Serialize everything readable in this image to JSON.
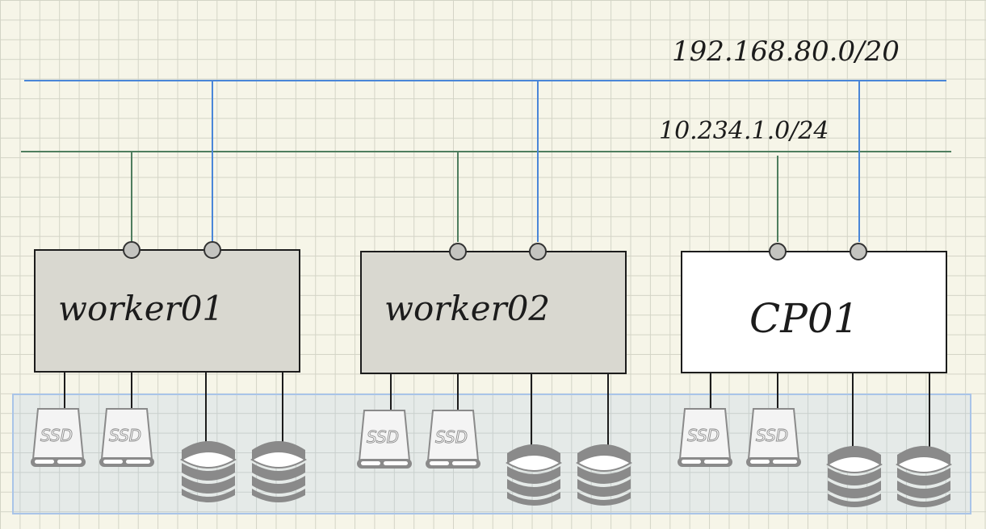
{
  "networks": {
    "public": {
      "label": "192.168.80.0/20",
      "color": "#4a86d8"
    },
    "private": {
      "label": "10.234.1.0/24",
      "color": "#4e7d5e"
    }
  },
  "nodes": [
    {
      "name": "worker01",
      "fill": "#d9d8d0"
    },
    {
      "name": "worker02",
      "fill": "#d9d8d0"
    },
    {
      "name": "CP01",
      "fill": "#ffffff"
    }
  ],
  "storage": {
    "ssd_label": "SSD",
    "panel_color": "#a9c4e8"
  }
}
